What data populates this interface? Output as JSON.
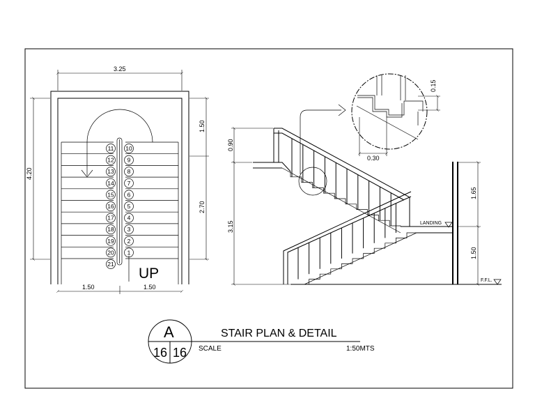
{
  "plan": {
    "dims": {
      "top_width": "3.25",
      "left_height": "4.20",
      "right_upper": "1.50",
      "right_lower": "2.70",
      "bottom_left": "1.50",
      "bottom_right": "1.50"
    },
    "left_steps": [
      "11",
      "12",
      "13",
      "14",
      "15",
      "16",
      "17",
      "18",
      "19",
      "20",
      "21"
    ],
    "right_steps": [
      "10",
      "9",
      "8",
      "7",
      "6",
      "5",
      "4",
      "3",
      "2",
      "1"
    ],
    "up_label": "UP"
  },
  "section": {
    "dims": {
      "rail_height": "0.90",
      "total_height": "3.15",
      "upper_flight": "1.65",
      "lower_flight": "1.50",
      "tread": "0.30",
      "riser": "0.15"
    },
    "landing_label": "LANDING",
    "ffl_label": "F.F.L."
  },
  "title_block": {
    "detail_letter": "A",
    "sheet_left": "16",
    "sheet_right": "16",
    "title": "STAIR PLAN & DETAIL",
    "scale_label": "SCALE",
    "scale_value": "1:50MTS"
  }
}
